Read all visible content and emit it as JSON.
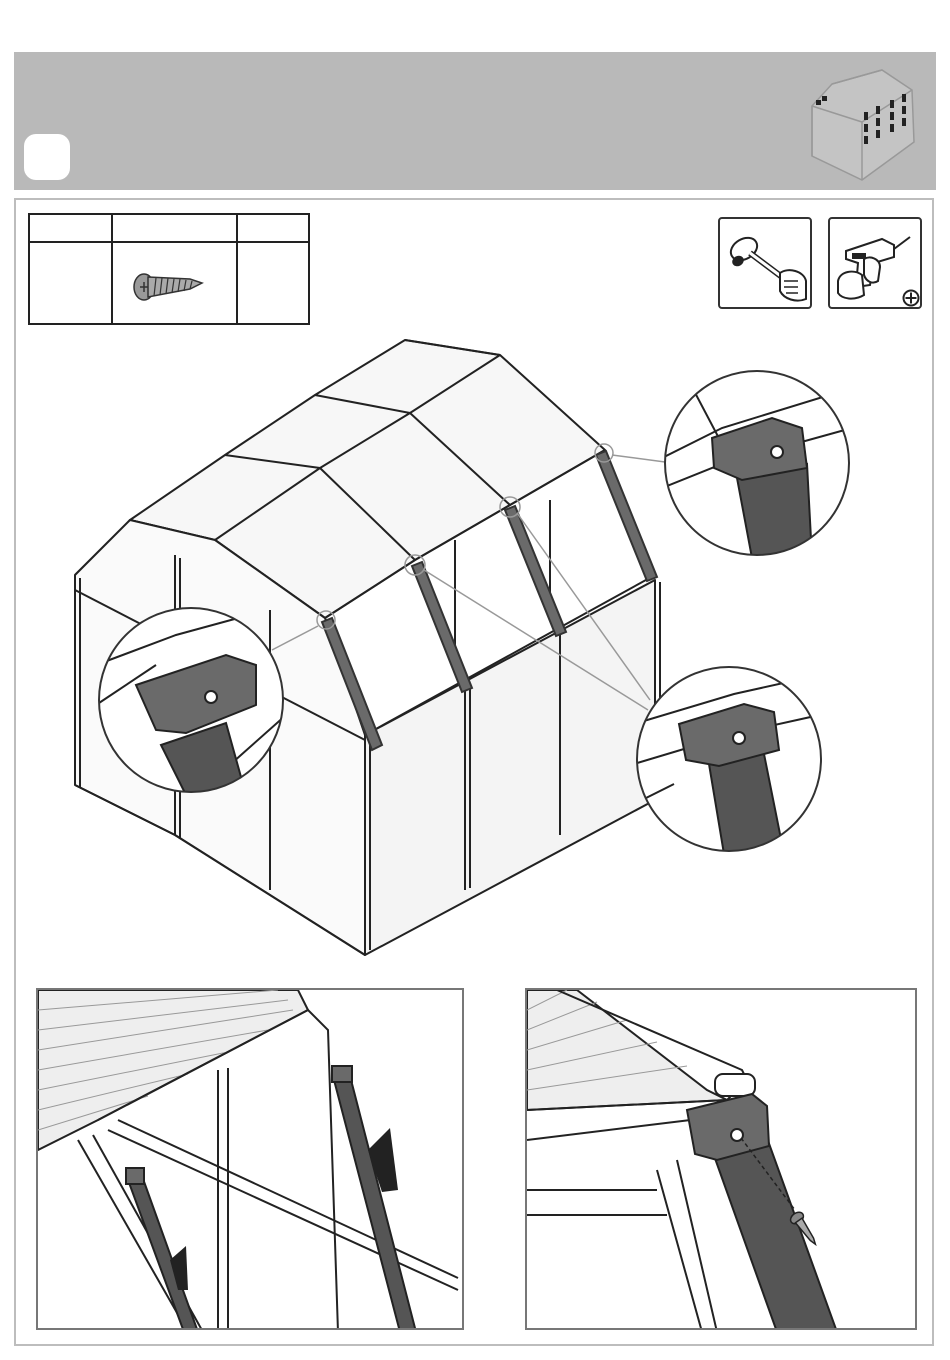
{
  "header": {
    "step_number": "",
    "background_color": "#b9b9b9"
  },
  "parts_table": {
    "headers": [
      "",
      "",
      ""
    ],
    "rows": [
      {
        "id": "",
        "part_icon": "screw-icon",
        "qty": ""
      }
    ]
  },
  "tools": [
    {
      "name": "rubber-mallet-icon"
    },
    {
      "name": "power-drill-icon",
      "badge": "phillips-bit-icon"
    }
  ],
  "illustrations": {
    "main": "greenhouse-frame-illustration",
    "callouts": [
      "connector-detail-top-right",
      "connector-detail-left",
      "connector-detail-bottom-right"
    ],
    "detail_panels": [
      "roof-brace-insertion-detail",
      "connector-screw-fastening-detail"
    ]
  },
  "colors": {
    "frame_part": "#5a5a5a",
    "line": "#222222",
    "callout_line": "#999999"
  }
}
